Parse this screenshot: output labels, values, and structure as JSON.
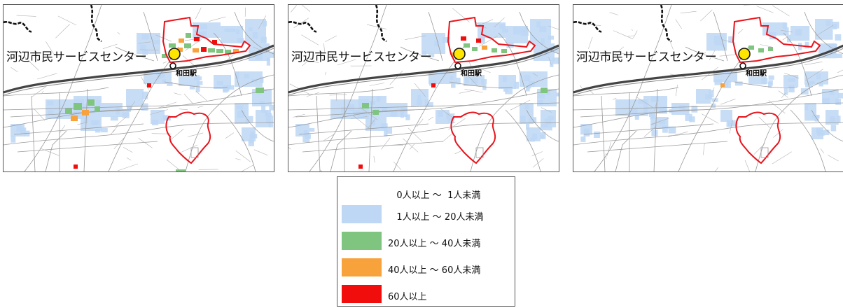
{
  "panels": [
    {
      "place_label": "河辺市民サービスセンター",
      "station_label": "和田駅",
      "level": "high"
    },
    {
      "place_label": "河辺市民サービスセンター",
      "station_label": "和田駅",
      "level": "mid"
    },
    {
      "place_label": "河辺市民サービスセンター",
      "station_label": "和田駅",
      "level": "low"
    }
  ],
  "legend": {
    "items": [
      {
        "label": "   0人以上 ～  1人未満",
        "color": "#ffffff"
      },
      {
        "label": "   1人以上 ～ 20人未満",
        "color": "#bdd7f5"
      },
      {
        "label": "20人以上 ～ 40人未満",
        "color": "#7fc47f"
      },
      {
        "label": "40人以上 ～ 60人未満",
        "color": "#f8a23c"
      },
      {
        "label": "60人以上",
        "color": "#f20d0d"
      }
    ]
  },
  "colors": {
    "area_boundary": "#e8141c",
    "railway": "#444444",
    "facility_marker": "#ffe600",
    "station_marker": "#ffffff"
  }
}
